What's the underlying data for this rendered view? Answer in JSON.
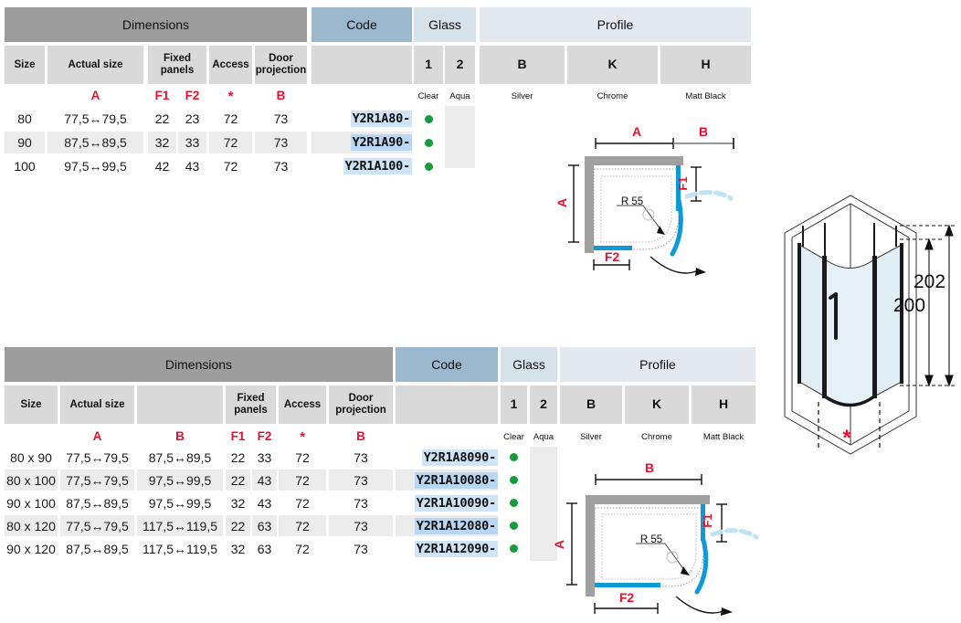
{
  "colors": {
    "dimensions_header": "#9d9d9d",
    "code_header": "#9cb8cc",
    "glass_header": "#d6e2ea",
    "profile_header": "#e4e9f0",
    "subheader": "#d9d9d9",
    "zebra_row": "#ececec",
    "code_highlight_light": "#cfe4f7",
    "code_highlight_dark": "#b9d6f2",
    "dot_green": "#159a3c",
    "red_label": "#e8112d",
    "door_blue": "#0f9ad6"
  },
  "table1": {
    "groups": {
      "dimensions": "Dimensions",
      "code": "Code",
      "glass": "Glass",
      "profile": "Profile"
    },
    "subheaders": {
      "size": "Size",
      "actual_size": "Actual size",
      "fixed_panels": "Fixed panels",
      "access": "Access",
      "door_projection": "Door projection",
      "glass1": "1",
      "glass2": "2",
      "profile_b": "B",
      "profile_k": "K",
      "profile_h": "H"
    },
    "red_labels": {
      "actual_size": "A",
      "f1": "F1",
      "f2": "F2",
      "access": "*",
      "door_projection": "B"
    },
    "mini_labels": {
      "glass1": "Clear",
      "glass2": "Aqua",
      "profile_b": "Silver",
      "profile_k": "Chrome",
      "profile_h": "Matt Black"
    },
    "rows": [
      {
        "size": "80",
        "actual": "77,5↔79,5",
        "f1": "22",
        "f2": "23",
        "access": "72",
        "door": "73",
        "code": "Y2R1A80-",
        "clear": true,
        "aqua": false,
        "zebra": false
      },
      {
        "size": "90",
        "actual": "87,5↔89,5",
        "f1": "32",
        "f2": "33",
        "access": "72",
        "door": "73",
        "code": "Y2R1A90-",
        "clear": true,
        "aqua": false,
        "zebra": true
      },
      {
        "size": "100",
        "actual": "97,5↔99,5",
        "f1": "42",
        "f2": "43",
        "access": "72",
        "door": "73",
        "code": "Y2R1A100-",
        "clear": true,
        "aqua": false,
        "zebra": false
      }
    ]
  },
  "table2": {
    "groups": {
      "dimensions": "Dimensions",
      "code": "Code",
      "glass": "Glass",
      "profile": "Profile"
    },
    "subheaders": {
      "size": "Size",
      "actual_size": "Actual size",
      "actual_size_b": "",
      "fixed_panels": "Fixed panels",
      "access": "Access",
      "door_projection": "Door projection",
      "glass1": "1",
      "glass2": "2",
      "profile_b": "B",
      "profile_k": "K",
      "profile_h": "H"
    },
    "red_labels": {
      "a": "A",
      "b": "B",
      "f1": "F1",
      "f2": "F2",
      "access": "*",
      "door_projection": "B"
    },
    "mini_labels": {
      "glass1": "Clear",
      "glass2": "Aqua",
      "profile_b": "Silver",
      "profile_k": "Chrome",
      "profile_h": "Matt Black"
    },
    "rows": [
      {
        "size": "80 x 90",
        "a": "77,5↔79,5",
        "b": "87,5↔89,5",
        "f1": "22",
        "f2": "33",
        "access": "72",
        "door": "73",
        "code": "Y2R1A8090-",
        "clear": true,
        "aqua": false,
        "zebra": false
      },
      {
        "size": "80 x 100",
        "a": "77,5↔79,5",
        "b": "97,5↔99,5",
        "f1": "22",
        "f2": "43",
        "access": "72",
        "door": "73",
        "code": "Y2R1A10080-",
        "clear": true,
        "aqua": false,
        "zebra": true
      },
      {
        "size": "90 x 100",
        "a": "87,5↔89,5",
        "b": "97,5↔99,5",
        "f1": "32",
        "f2": "43",
        "access": "72",
        "door": "73",
        "code": "Y2R1A10090-",
        "clear": true,
        "aqua": false,
        "zebra": false
      },
      {
        "size": "80 x 120",
        "a": "77,5↔79,5",
        "b": "117,5↔119,5",
        "f1": "22",
        "f2": "63",
        "access": "72",
        "door": "73",
        "code": "Y2R1A12080-",
        "clear": true,
        "aqua": false,
        "zebra": true
      },
      {
        "size": "90 x 120",
        "a": "87,5↔89,5",
        "b": "117,5↔119,5",
        "f1": "32",
        "f2": "63",
        "access": "72",
        "door": "73",
        "code": "Y2R1A12090-",
        "clear": true,
        "aqua": false,
        "zebra": false
      }
    ]
  },
  "diagram1": {
    "label_a_top": "A",
    "label_b_top": "B",
    "label_a_left": "A",
    "label_f1": "F1",
    "label_f2": "F2",
    "radius": "R 55"
  },
  "diagram2": {
    "label_b_top": "B",
    "label_a_left": "A",
    "label_f1": "F1",
    "label_f2": "F2",
    "radius": "R 55"
  },
  "diagram3d": {
    "height_outer": "202",
    "height_inner": "200",
    "star": "*"
  }
}
